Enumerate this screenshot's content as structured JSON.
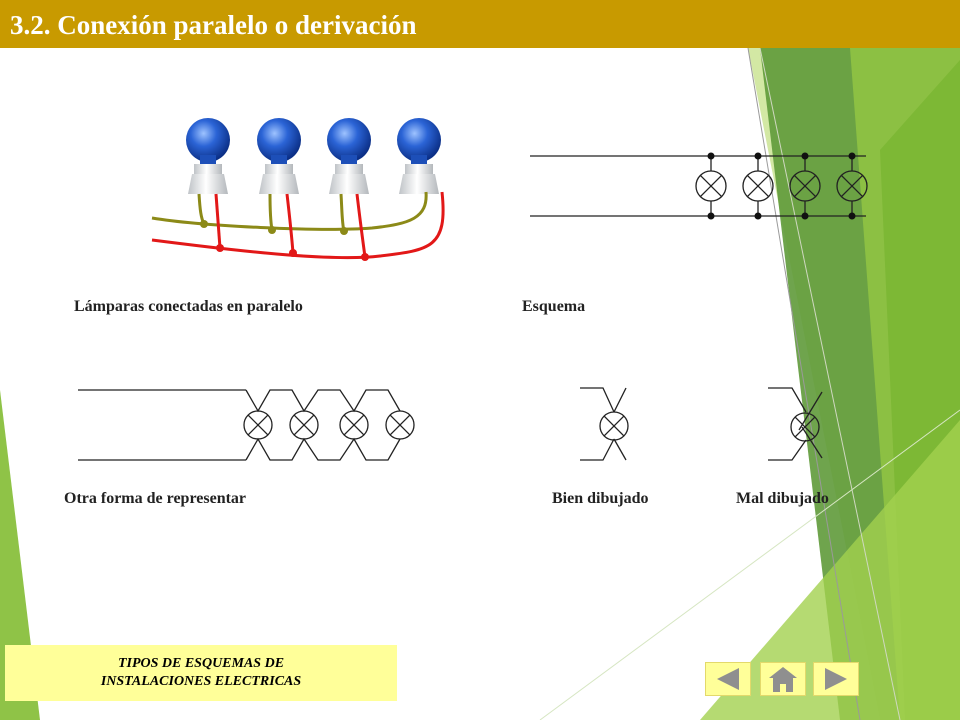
{
  "header": {
    "title": "3.2. Conexión paralelo o derivación"
  },
  "labels": {
    "lamps": "Lámparas conectadas en paralelo",
    "scheme": "Esquema",
    "other": "Otra forma de representar",
    "good": "Bien dibujado",
    "bad": "Mal  dibujado"
  },
  "footer": {
    "line1": "TIPOS DE ESQUEMAS DE",
    "line2": "INSTALACIONES ELECTRICAS"
  },
  "nav": {
    "prev": "previous-arrow-icon",
    "home": "home-icon",
    "next": "next-arrow-icon"
  },
  "colors": {
    "header": "#c89a00",
    "note": "#ffff99",
    "wire_olive": "#8c8a18",
    "wire_red": "#e21818",
    "bulb_blue": "#1f53c8",
    "green_dark": "#5f9a3a",
    "green_light": "#a3d14f"
  }
}
